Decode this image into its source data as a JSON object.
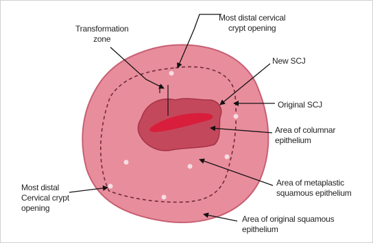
{
  "colors": {
    "outer_fill": "#e88d9c",
    "outer_stroke": "#c75f72",
    "columnar_fill": "#c4485c",
    "columnar_stroke": "#a43246",
    "os_fill": "#d81e3b",
    "dash_line": "#6e2c38",
    "crypt_dot": "#f6dde2",
    "arrow": "#111111",
    "text": "#222222"
  },
  "labels": {
    "most_distal_top_1": "Most distal cervical",
    "most_distal_top_2": "crypt opening",
    "transformation_zone_1": "Transformation",
    "transformation_zone_2": "zone",
    "new_scj": "New SCJ",
    "original_scj": "Original SCJ",
    "columnar_1": "Area of columnar",
    "columnar_2": "epithelium",
    "metaplastic_1": "Area of metaplastic",
    "metaplastic_2": "squamous epithelium",
    "most_distal_left_1": "Most distal",
    "most_distal_left_2": "Cervical crypt",
    "most_distal_left_3": "opening",
    "original_squamous_1": "Area of original squamous",
    "original_squamous_2": "epithelium"
  }
}
